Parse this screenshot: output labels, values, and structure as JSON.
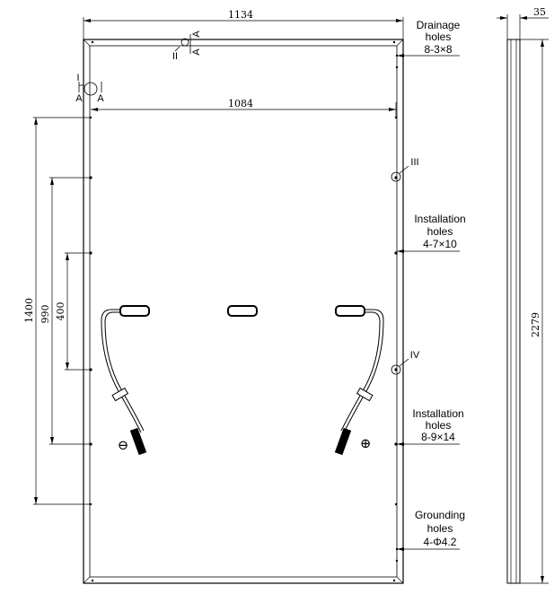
{
  "dimensions": {
    "overall_width": "1134",
    "inner_width": "1084",
    "overall_length": "2279",
    "mount_span_1400": "1400",
    "mount_span_990": "990",
    "mount_span_400": "400",
    "frame_thickness": "35"
  },
  "callouts": {
    "drainage": {
      "line1": "Drainage",
      "line2": "holes",
      "line3": "8-3×8"
    },
    "installation_small": {
      "line1": "Installation",
      "line2": "holes",
      "line3": "4-7×10"
    },
    "installation_large": {
      "line1": "Installation",
      "line2": "holes",
      "line3": "8-9×14"
    },
    "grounding": {
      "line1": "Grounding",
      "line2": "holes",
      "line3": "4-Φ4.2"
    }
  },
  "detail_marks": {
    "i": "I",
    "ii": "II",
    "iii": "III",
    "iv": "IV",
    "section_a": "A"
  },
  "polarity": {
    "negative": "⊖",
    "positive": "⊕"
  }
}
